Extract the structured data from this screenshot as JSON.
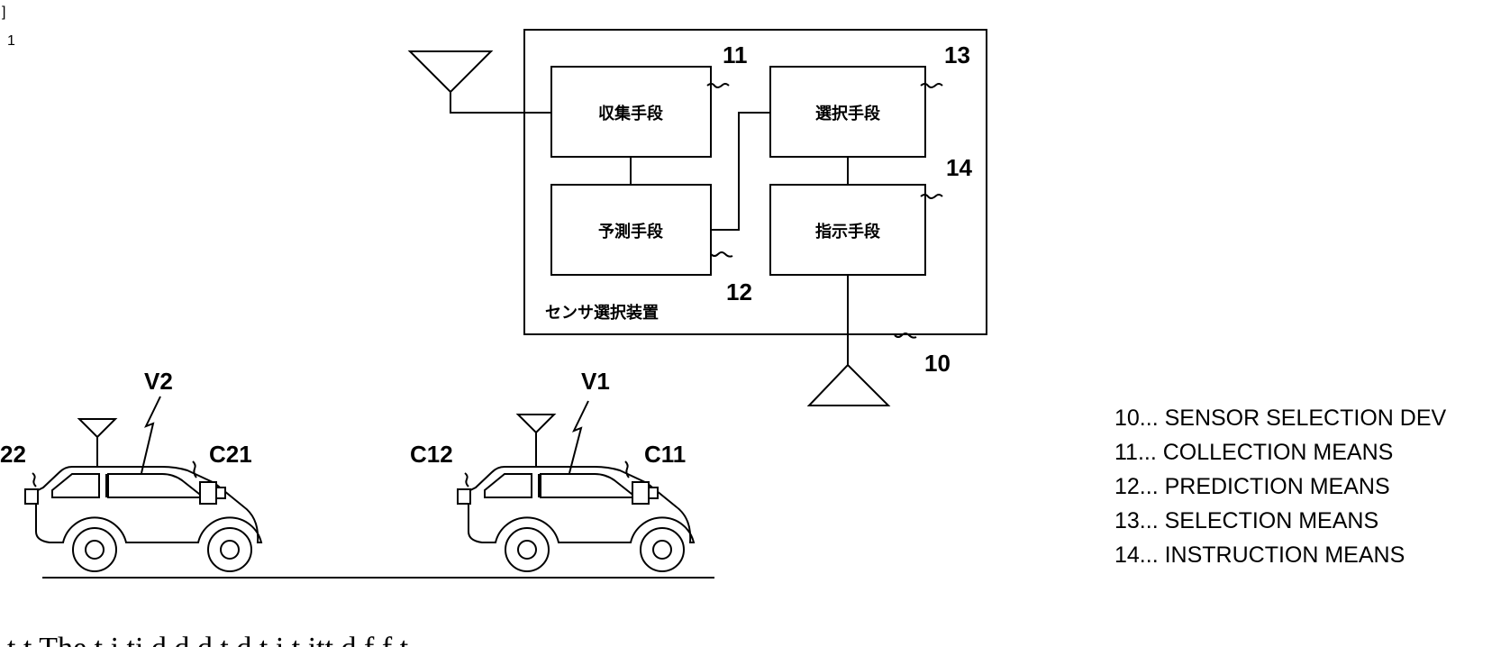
{
  "corner_mark": "]",
  "figure_number": "1",
  "device": {
    "label": "センサ選択装置",
    "ref": "10",
    "blocks": {
      "collection": {
        "label": "収集手段",
        "ref": "11"
      },
      "prediction": {
        "label": "予測手段",
        "ref": "12"
      },
      "selection": {
        "label": "選択手段",
        "ref": "13"
      },
      "instruction": {
        "label": "指示手段",
        "ref": "14"
      }
    }
  },
  "vehicles": {
    "v2": {
      "label": "V2",
      "camera_rear": "22",
      "camera_front": "C21"
    },
    "v1": {
      "label": "V1",
      "camera_rear": "C12",
      "camera_front": "C11"
    }
  },
  "legend": [
    "10... SENSOR SELECTION DEV",
    "11... COLLECTION MEANS",
    "12... PREDICTION MEANS",
    "13... SELECTION MEANS",
    "14... INSTRUCTION MEANS"
  ],
  "footer_text": "t t The t i ti d d d t d t i t itt d f f t"
}
